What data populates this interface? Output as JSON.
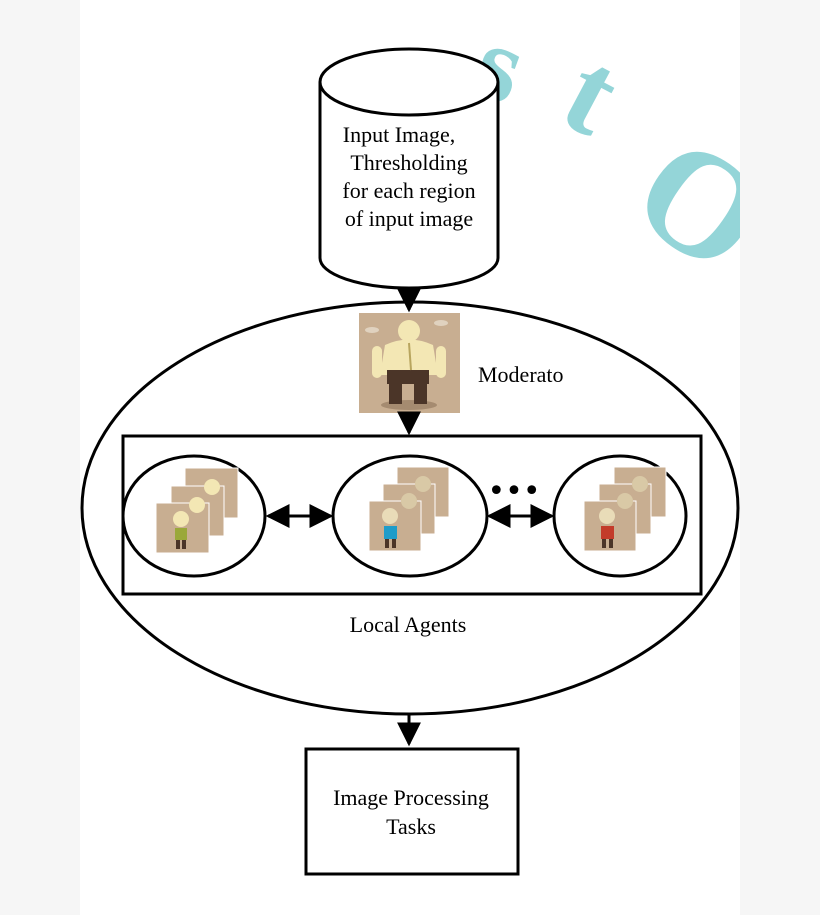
{
  "cylinder": {
    "lines": [
      "Input Image,",
      "Thresholding",
      "for each region",
      "of input image"
    ]
  },
  "moderator": {
    "label": "Moderato"
  },
  "local_agents": {
    "label": "Local Agents",
    "ellipsis": "•••"
  },
  "tasks": {
    "lines": [
      "Image Processing",
      "Tasks"
    ]
  },
  "colors": {
    "outline": "#000000",
    "page_background": "#f6f6f6",
    "canvas": "#ffffff",
    "watermark": "#8fd3d6",
    "card_background": "#c7ae93"
  }
}
